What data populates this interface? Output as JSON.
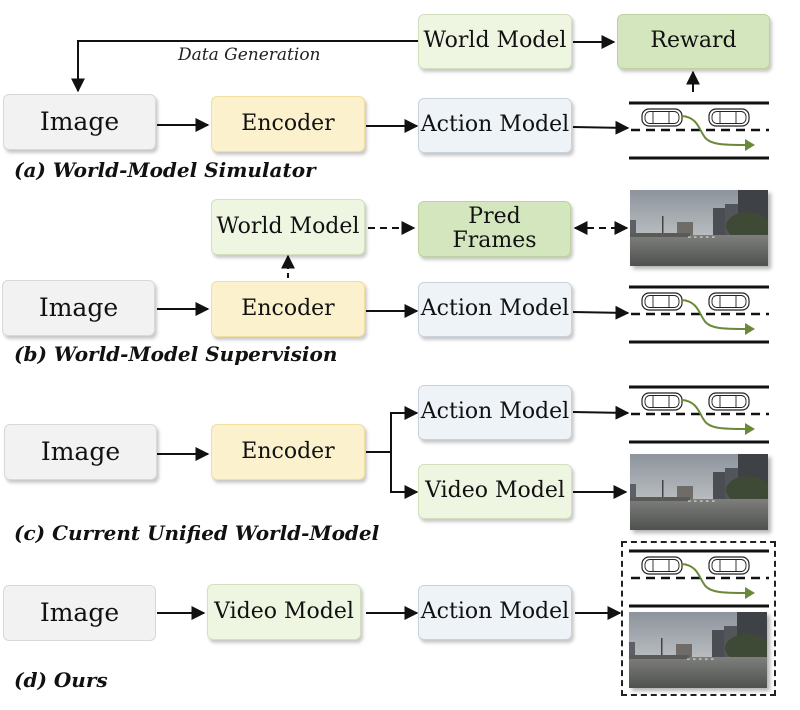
{
  "panels": {
    "a": {
      "caption": "(a) World-Model Simulator",
      "note": "Data Generation",
      "image": "Image",
      "encoder": "Encoder",
      "action_model": "Action Model",
      "world_model": "World Model",
      "reward": "Reward",
      "output": "trajectory-diagram"
    },
    "b": {
      "caption": "(b) World-Model Supervision",
      "image": "Image",
      "encoder": "Encoder",
      "world_model": "World Model",
      "pred_frames_line1": "Pred",
      "pred_frames_line2": "Frames",
      "action_model": "Action Model",
      "outputs": [
        "street-photo",
        "trajectory-diagram"
      ]
    },
    "c": {
      "caption": "(c) Current Unified World-Model",
      "image": "Image",
      "encoder": "Encoder",
      "action_model": "Action Model",
      "video_model": "Video Model",
      "outputs": [
        "trajectory-diagram",
        "street-photo"
      ]
    },
    "d": {
      "caption": "(d) Ours",
      "image": "Image",
      "video_model": "Video Model",
      "action_model": "Action Model",
      "outputs": [
        "trajectory-diagram",
        "street-photo"
      ]
    }
  },
  "colors": {
    "image_box": "#f2f2f2",
    "encoder_box": "#fbf1cc",
    "action_box": "#eef3f8",
    "world_model_box": "#eef5e1",
    "reward_box": "#d4e6bd",
    "trajectory_arrow": "#6a8a3a"
  }
}
